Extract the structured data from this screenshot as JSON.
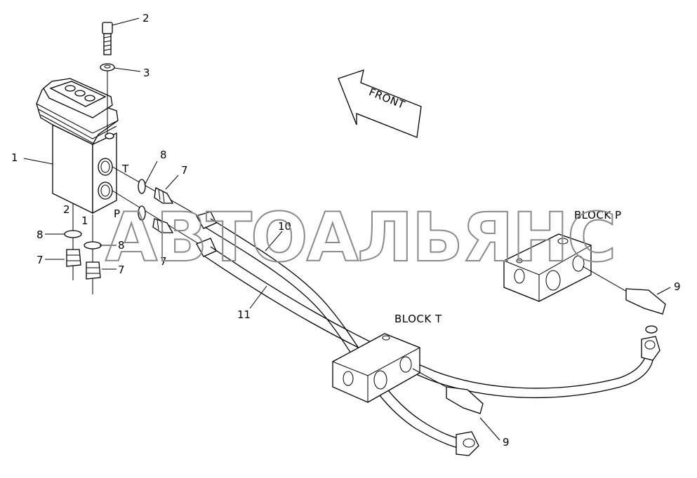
{
  "watermark": "АВТОАЛЬЯНС",
  "direction_label": "FRONT",
  "block_labels": {
    "block_p": "BLOCK P",
    "block_t": "BLOCK T"
  },
  "port_labels": {
    "t": "T",
    "p": "P"
  },
  "callouts": [
    {
      "id": "c2-top",
      "text": "2"
    },
    {
      "id": "c3",
      "text": "3"
    },
    {
      "id": "c1-left",
      "text": "1"
    },
    {
      "id": "c8-upper",
      "text": "8"
    },
    {
      "id": "c7-upper",
      "text": "7"
    },
    {
      "id": "c2-lower",
      "text": "2"
    },
    {
      "id": "c1-lower",
      "text": "1"
    },
    {
      "id": "c8-left",
      "text": "8"
    },
    {
      "id": "c8-mid",
      "text": "8"
    },
    {
      "id": "c7-left",
      "text": "7"
    },
    {
      "id": "c7-right",
      "text": "7"
    },
    {
      "id": "c7-lower",
      "text": "7"
    },
    {
      "id": "c10",
      "text": "10"
    },
    {
      "id": "c11",
      "text": "11"
    },
    {
      "id": "c9-right",
      "text": "9"
    },
    {
      "id": "c9-bottom",
      "text": "9"
    }
  ]
}
